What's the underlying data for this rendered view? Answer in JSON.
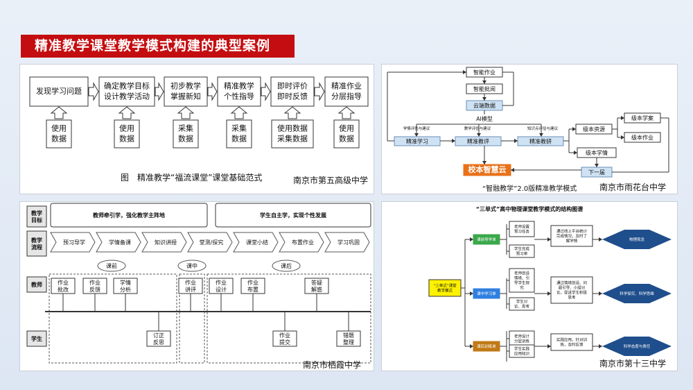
{
  "title": "精准教学课堂教学模式构建的典型案例",
  "panel1": {
    "steps": [
      "发现学习问题",
      "确定教学目标\n设计教学活动",
      "初步教学\n掌握新知",
      "精准教学\n个性指导",
      "即时评价\n即时反馈",
      "精准作业\n分层指导"
    ],
    "inputs": [
      "使用\n数据",
      "使用\n数据",
      "采集\n数据",
      "采集\n数据",
      "使用数据\n采集数据",
      "使用\n数据"
    ],
    "caption": "图　精准教学“福流课堂”课堂基础范式",
    "school": "南京市第五高级中学"
  },
  "panel2": {
    "nodes": {
      "smart_homework": "智能作业",
      "smart_grading": "智能批阅",
      "cloud_data": "云端数据",
      "ai_model": "AI模型",
      "precise_learning": "精准学习",
      "precise_teaching": "精准教评",
      "precise_research": "精准教研",
      "campus_cloud": "校本智慧云",
      "school_resources": "级本资源",
      "school_learning": "级本学情",
      "school_plan": "级本学案",
      "school_homework": "级本作业",
      "next": "下一届"
    },
    "edge_labels": [
      "学情评估与建议",
      "教学评估与建议",
      "知识点评估与建议"
    ],
    "caption": "“智融教学”2.0版精准教学模式",
    "school": "南京市雨花台中学"
  },
  "panel3": {
    "row_labels": [
      "教学\n目标",
      "教学\n流程",
      "教师",
      "学生"
    ],
    "goals": [
      "教师牵引学，强化教学主阵地",
      "学生自主学，实现个性发展"
    ],
    "flow": [
      "预习导学",
      "学情备课",
      "知识讲授",
      "堂测/探究",
      "课堂小结",
      "布置作业",
      "学习巩固"
    ],
    "phases": [
      "课前",
      "课中",
      "课后"
    ],
    "teacher_items": [
      "作业\n批改",
      "作业\n反馈",
      "学情\n分析",
      "作业\n讲评",
      "作业\n设计",
      "作业\n布置",
      "答疑\n解惑"
    ],
    "student_items": [
      "订正\n反思",
      "作业\n提交",
      "错题\n整理"
    ],
    "school": "南京市栖霞中学"
  },
  "panel4": {
    "title": "“三单式”高中物理课堂教学模式的结构图谱",
    "root": "“三单式”课堂\n教学模式",
    "branches": [
      "课前导学单",
      "课中学习单",
      "课后训练单"
    ],
    "teacher_boxes": [
      "老师设置\n预习任务",
      "老师创设\n情境、引\n导学生探\n究",
      "老师设计\n分层训练"
    ],
    "student_boxes": [
      "学生完成\n预习单",
      "学生讨\n论、思考",
      "学生实践\n应用知识"
    ],
    "desc_boxes": [
      "通过线上平台统计\n完成情况，及时了\n解学情",
      "通过情境创设、问\n题引导、小组讨\n论，促进学生积极\n思考",
      "实践应用，针对训\n练，及时反馈"
    ],
    "outcomes": [
      "物理观念",
      "科学探究、科学思维",
      "科学态度与责任"
    ],
    "school": "南京市第十三中学"
  }
}
